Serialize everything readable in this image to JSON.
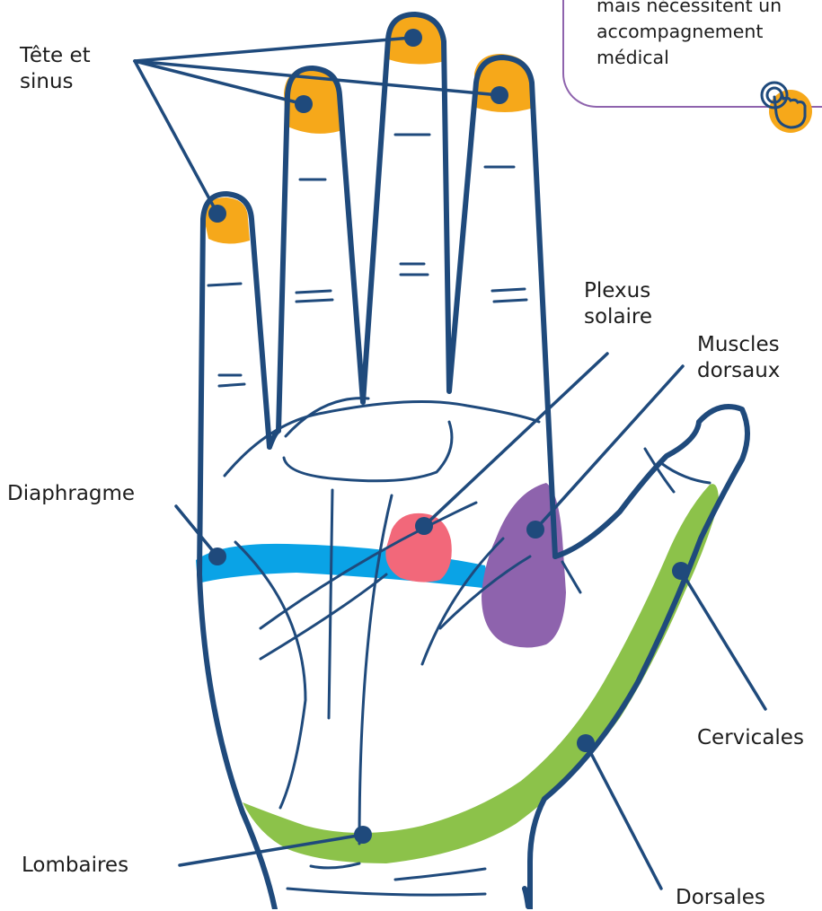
{
  "callout": {
    "text": "mais nécessitent un\naccompagnement\nmédical",
    "icon": "touch-hand-icon",
    "accent": "#8e63ad"
  },
  "labels": {
    "tete_sinus": "Tête et\nsinus",
    "plexus_solaire": "Plexus\nsolaire",
    "muscles_dorsaux": "Muscles\ndorsaux",
    "diaphragme": "Diaphragme",
    "cervicales": "Cervicales",
    "lombaires": "Lombaires",
    "dorsales": "Dorsales"
  },
  "colors": {
    "outline": "#1f4a7c",
    "head_sinus": "#f6a81a",
    "diaphragm": "#0aa3e6",
    "solar_plexus": "#f2687a",
    "back_muscles": "#8e63ad",
    "spine": "#8cc24a"
  }
}
